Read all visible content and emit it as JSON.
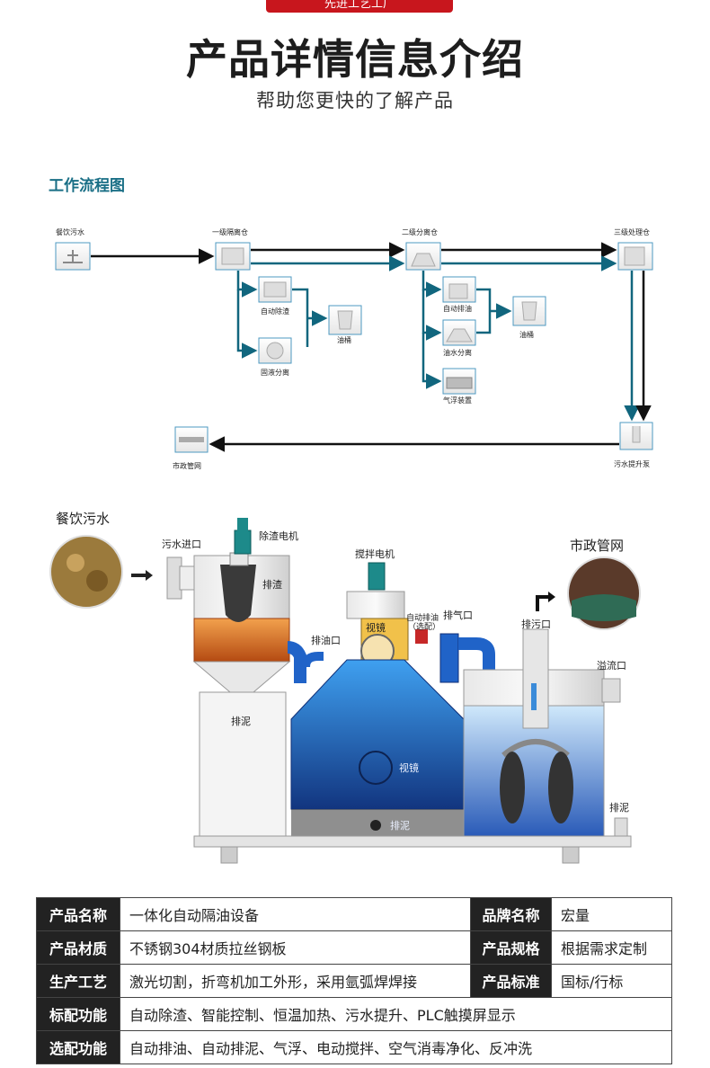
{
  "header": {
    "banner": "先进工艺工厂",
    "title": "产品详情信息介绍",
    "subtitle": "帮助您更快的了解产品"
  },
  "flowchart": {
    "section_title": "工作流程图",
    "nodes": {
      "kitchen_wastewater": "餐饮污水",
      "stage1": "一级隔离仓",
      "stage2": "二级分离仓",
      "stage3": "三级处理仓",
      "auto_slag": "自动除渣",
      "solid_liquid": "固液分离",
      "oil_bucket_1": "油桶",
      "auto_oil": "自动排油",
      "oil_water": "油水分离",
      "air_float": "气浮装置",
      "oil_bucket_2": "油桶",
      "lift_pump": "污水提升泵",
      "municipal": "市政管网"
    }
  },
  "illustration": {
    "left_label": "餐饮污水",
    "right_label": "市政管网",
    "labels": {
      "inlet": "污水进口",
      "slag_motor": "除渣电机",
      "slag_out": "排渣",
      "mud_left": "排泥",
      "mix_motor": "搅拌电机",
      "oil_out": "排油口",
      "sight_glass_top": "视镜",
      "auto_oil_1": "自动排油",
      "auto_oil_2": "（选配）",
      "vent": "排气口",
      "sight_glass_mid": "视镜",
      "mud_mid": "排泥",
      "sewage_out": "排污口",
      "overflow": "溢流口",
      "mud_right": "排泥"
    }
  },
  "specs": {
    "rows": [
      {
        "k1": "产品名称",
        "v1": "一体化自动隔油设备",
        "k2": "品牌名称",
        "v2": "宏量"
      },
      {
        "k1": "产品材质",
        "v1": "不锈钢304材质拉丝钢板",
        "k2": "产品规格",
        "v2": "根据需求定制"
      },
      {
        "k1": "生产工艺",
        "v1": "激光切割，折弯机加工外形，采用氩弧焊焊接",
        "k2": "产品标准",
        "v2": "国标/行标"
      },
      {
        "k1": "标配功能",
        "v1": "自动除渣、智能控制、恒温加热、污水提升、PLC触摸屏显示"
      },
      {
        "k1": "选配功能",
        "v1": "自动排油、自动排泥、气浮、电动搅拌、空气消毒净化、反冲洗"
      }
    ]
  },
  "colors": {
    "brand_red": "#c8161d",
    "flow_teal": "#11667e",
    "tank_blue": "#1d4fa8",
    "sludge_orange": "#d4621c"
  }
}
